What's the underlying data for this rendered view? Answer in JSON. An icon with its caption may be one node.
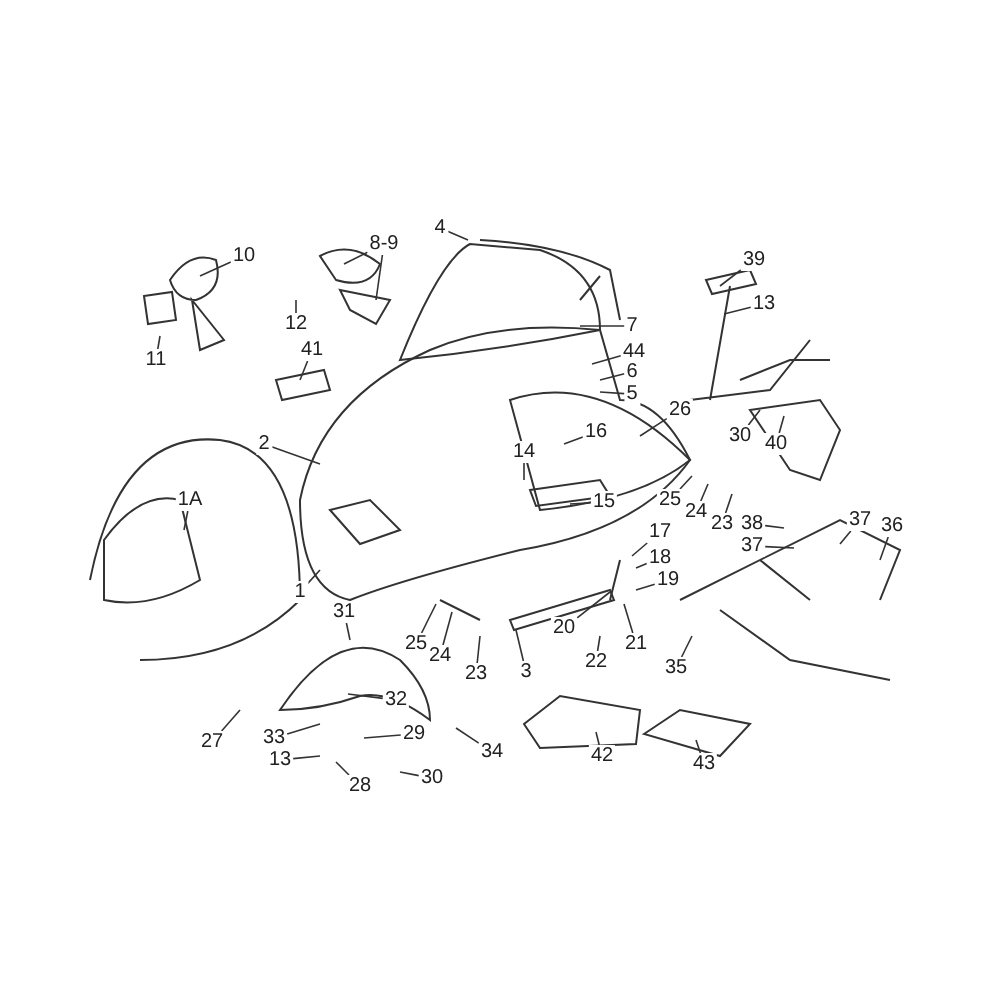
{
  "diagram": {
    "nodes": [
      {
        "text": [
          "10"
        ]
      },
      {
        "text": [
          "8-9"
        ]
      },
      {
        "text": [
          "11"
        ]
      },
      {
        "text": [
          "12"
        ]
      },
      {
        "text": [
          "41"
        ]
      },
      {
        "text": [
          "4"
        ]
      },
      {
        "text": [
          "39"
        ]
      },
      {
        "text": [
          "13"
        ]
      },
      {
        "text": [
          "7"
        ]
      },
      {
        "text": [
          "44"
        ]
      },
      {
        "text": [
          "6"
        ]
      },
      {
        "text": [
          "5"
        ]
      },
      {
        "text": [
          "2"
        ]
      },
      {
        "text": [
          "16"
        ]
      },
      {
        "text": [
          "26"
        ]
      },
      {
        "text": [
          "14"
        ]
      },
      {
        "text": [
          "15"
        ]
      },
      {
        "text": [
          "25"
        ]
      },
      {
        "text": [
          "24"
        ]
      },
      {
        "text": [
          "23"
        ]
      },
      {
        "text": [
          "30"
        ]
      },
      {
        "text": [
          "40"
        ]
      },
      {
        "text": [
          "1A"
        ]
      },
      {
        "text": [
          "1"
        ]
      },
      {
        "text": [
          "17"
        ]
      },
      {
        "text": [
          "18"
        ]
      },
      {
        "text": [
          "19"
        ]
      },
      {
        "text": [
          "38"
        ]
      },
      {
        "text": [
          "37"
        ]
      },
      {
        "text": [
          "37"
        ]
      },
      {
        "text": [
          "36"
        ]
      },
      {
        "text": [
          "20"
        ]
      },
      {
        "text": [
          "21"
        ]
      },
      {
        "text": [
          "22"
        ]
      },
      {
        "text": [
          "35"
        ]
      },
      {
        "text": [
          "3"
        ]
      },
      {
        "text": [
          "25"
        ]
      },
      {
        "text": [
          "24"
        ]
      },
      {
        "text": [
          "23"
        ]
      },
      {
        "text": [
          "31"
        ]
      },
      {
        "text": [
          "27"
        ]
      },
      {
        "text": [
          "32"
        ]
      },
      {
        "text": [
          "33"
        ]
      },
      {
        "text": [
          "29"
        ]
      },
      {
        "text": [
          "13"
        ]
      },
      {
        "text": [
          "28"
        ]
      },
      {
        "text": [
          "30"
        ]
      },
      {
        "text": [
          "34"
        ]
      },
      {
        "text": [
          "42"
        ]
      },
      {
        "text": [
          "43"
        ]
      }
    ],
    "edges": [
      {
        "from": 0,
        "to": null,
        "arrow": "none"
      },
      {
        "from": 1,
        "to": null,
        "arrow": "none"
      },
      {
        "from": 1,
        "to": null,
        "arrow": "none"
      },
      {
        "from": 2,
        "to": null,
        "arrow": "none"
      },
      {
        "from": 3,
        "to": null,
        "arrow": "none"
      },
      {
        "from": 4,
        "to": null,
        "arrow": "none"
      },
      {
        "from": 5,
        "to": null,
        "arrow": "none"
      },
      {
        "from": 6,
        "to": null,
        "arrow": "none"
      },
      {
        "from": 7,
        "to": null,
        "arrow": "none"
      },
      {
        "from": 8,
        "to": null,
        "arrow": "none"
      },
      {
        "from": 9,
        "to": null,
        "arrow": "none"
      },
      {
        "from": 10,
        "to": null,
        "arrow": "none"
      },
      {
        "from": 11,
        "to": null,
        "arrow": "none"
      },
      {
        "from": 12,
        "to": null,
        "arrow": "none"
      },
      {
        "from": 13,
        "to": null,
        "arrow": "none"
      },
      {
        "from": 14,
        "to": null,
        "arrow": "none"
      },
      {
        "from": 15,
        "to": null,
        "arrow": "none"
      },
      {
        "from": 16,
        "to": null,
        "arrow": "none"
      },
      {
        "from": 17,
        "to": null,
        "arrow": "none"
      },
      {
        "from": 18,
        "to": null,
        "arrow": "none"
      },
      {
        "from": 19,
        "to": null,
        "arrow": "none"
      },
      {
        "from": 20,
        "to": null,
        "arrow": "none"
      },
      {
        "from": 21,
        "to": null,
        "arrow": "none"
      },
      {
        "from": 22,
        "to": null,
        "arrow": "none"
      },
      {
        "from": 23,
        "to": null,
        "arrow": "none"
      },
      {
        "from": 24,
        "to": null,
        "arrow": "none"
      },
      {
        "from": 25,
        "to": null,
        "arrow": "none"
      },
      {
        "from": 26,
        "to": null,
        "arrow": "none"
      },
      {
        "from": 27,
        "to": null,
        "arrow": "none"
      },
      {
        "from": 28,
        "to": null,
        "arrow": "none"
      },
      {
        "from": 29,
        "to": null,
        "arrow": "none"
      },
      {
        "from": 30,
        "to": null,
        "arrow": "none"
      },
      {
        "from": 31,
        "to": null,
        "arrow": "none"
      },
      {
        "from": 32,
        "to": null,
        "arrow": "none"
      },
      {
        "from": 33,
        "to": null,
        "arrow": "none"
      },
      {
        "from": 34,
        "to": null,
        "arrow": "none"
      },
      {
        "from": 35,
        "to": null,
        "arrow": "none"
      },
      {
        "from": 36,
        "to": null,
        "arrow": "none"
      },
      {
        "from": 37,
        "to": null,
        "arrow": "none"
      },
      {
        "from": 38,
        "to": null,
        "arrow": "none"
      },
      {
        "from": 39,
        "to": null,
        "arrow": "none"
      },
      {
        "from": 40,
        "to": null,
        "arrow": "none"
      },
      {
        "from": 41,
        "to": null,
        "arrow": "none"
      },
      {
        "from": 42,
        "to": null,
        "arrow": "none"
      },
      {
        "from": 43,
        "to": null,
        "arrow": "none"
      },
      {
        "from": 44,
        "to": null,
        "arrow": "none"
      },
      {
        "from": 45,
        "to": null,
        "arrow": "none"
      },
      {
        "from": 46,
        "to": null,
        "arrow": "none"
      },
      {
        "from": 47,
        "to": null,
        "arrow": "none"
      },
      {
        "from": 48,
        "to": null,
        "arrow": "none"
      },
      {
        "from": 49,
        "to": null,
        "arrow": "none"
      }
    ]
  }
}
